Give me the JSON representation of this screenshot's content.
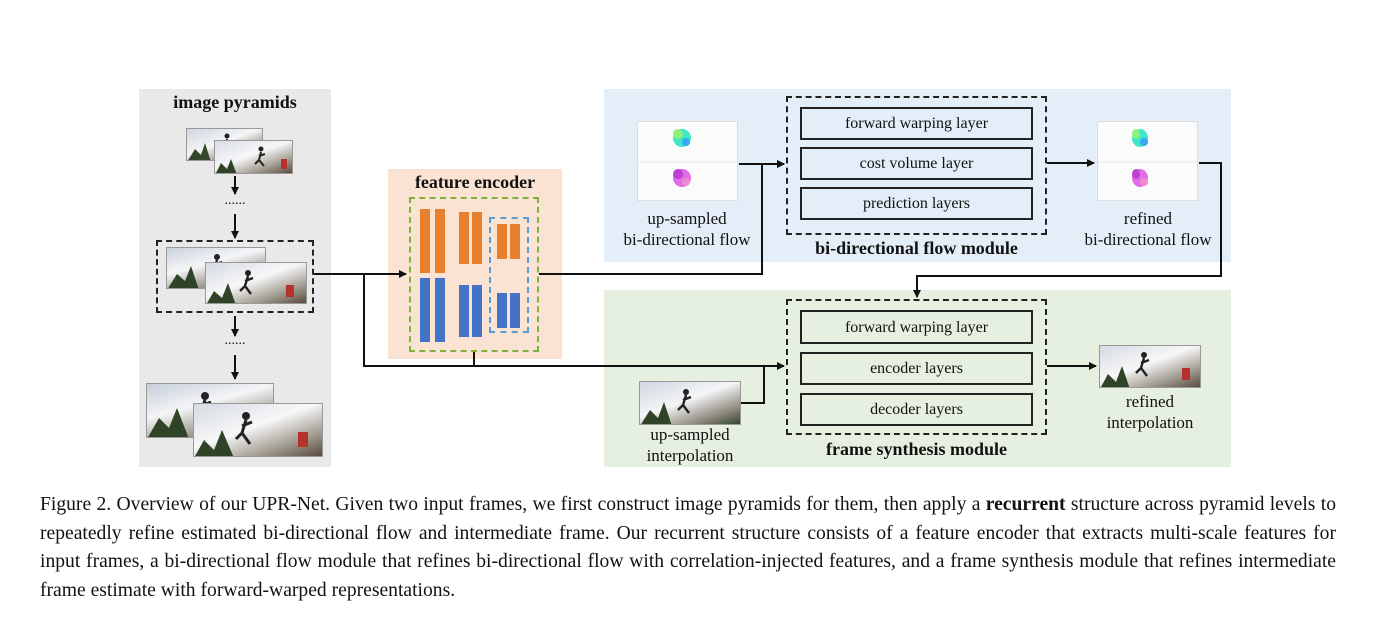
{
  "pyramid": {
    "title": "image pyramids",
    "dots_upper": "......",
    "dots_lower": "......"
  },
  "encoder": {
    "title": "feature encoder"
  },
  "flow_module": {
    "title": "bi-directional flow module",
    "layers": [
      "forward warping layer",
      "cost volume layer",
      "prediction layers"
    ],
    "input_label_1": "up-sampled",
    "input_label_2": "bi-directional flow",
    "output_label_1": "refined",
    "output_label_2": "bi-directional flow"
  },
  "synthesis_module": {
    "title": "frame synthesis module",
    "layers": [
      "forward warping layer",
      "encoder layers",
      "decoder layers"
    ],
    "input_label_1": "up-sampled",
    "input_label_2": "interpolation",
    "output_label_1": "refined",
    "output_label_2": "interpolation"
  },
  "caption": {
    "part1": "Figure 2.  Overview of our UPR-Net.  Given two input frames, we first construct image pyramids for them, then apply a ",
    "bold": "recurrent",
    "part2": " structure across pyramid levels to repeatedly refine estimated bi-directional flow and intermediate frame. Our recurrent structure consists of a feature encoder that extracts multi-scale features for input frames, a bi-directional flow module that refines bi-directional flow with correlation-injected features, and a frame synthesis module that refines intermediate frame estimate with forward-warped representations."
  },
  "colors": {
    "orange_bar": "#e87f2d",
    "blue_bar": "#4472c4",
    "encoder_border": "#7fb13f",
    "inner_dashed": "#5b9bd5"
  }
}
